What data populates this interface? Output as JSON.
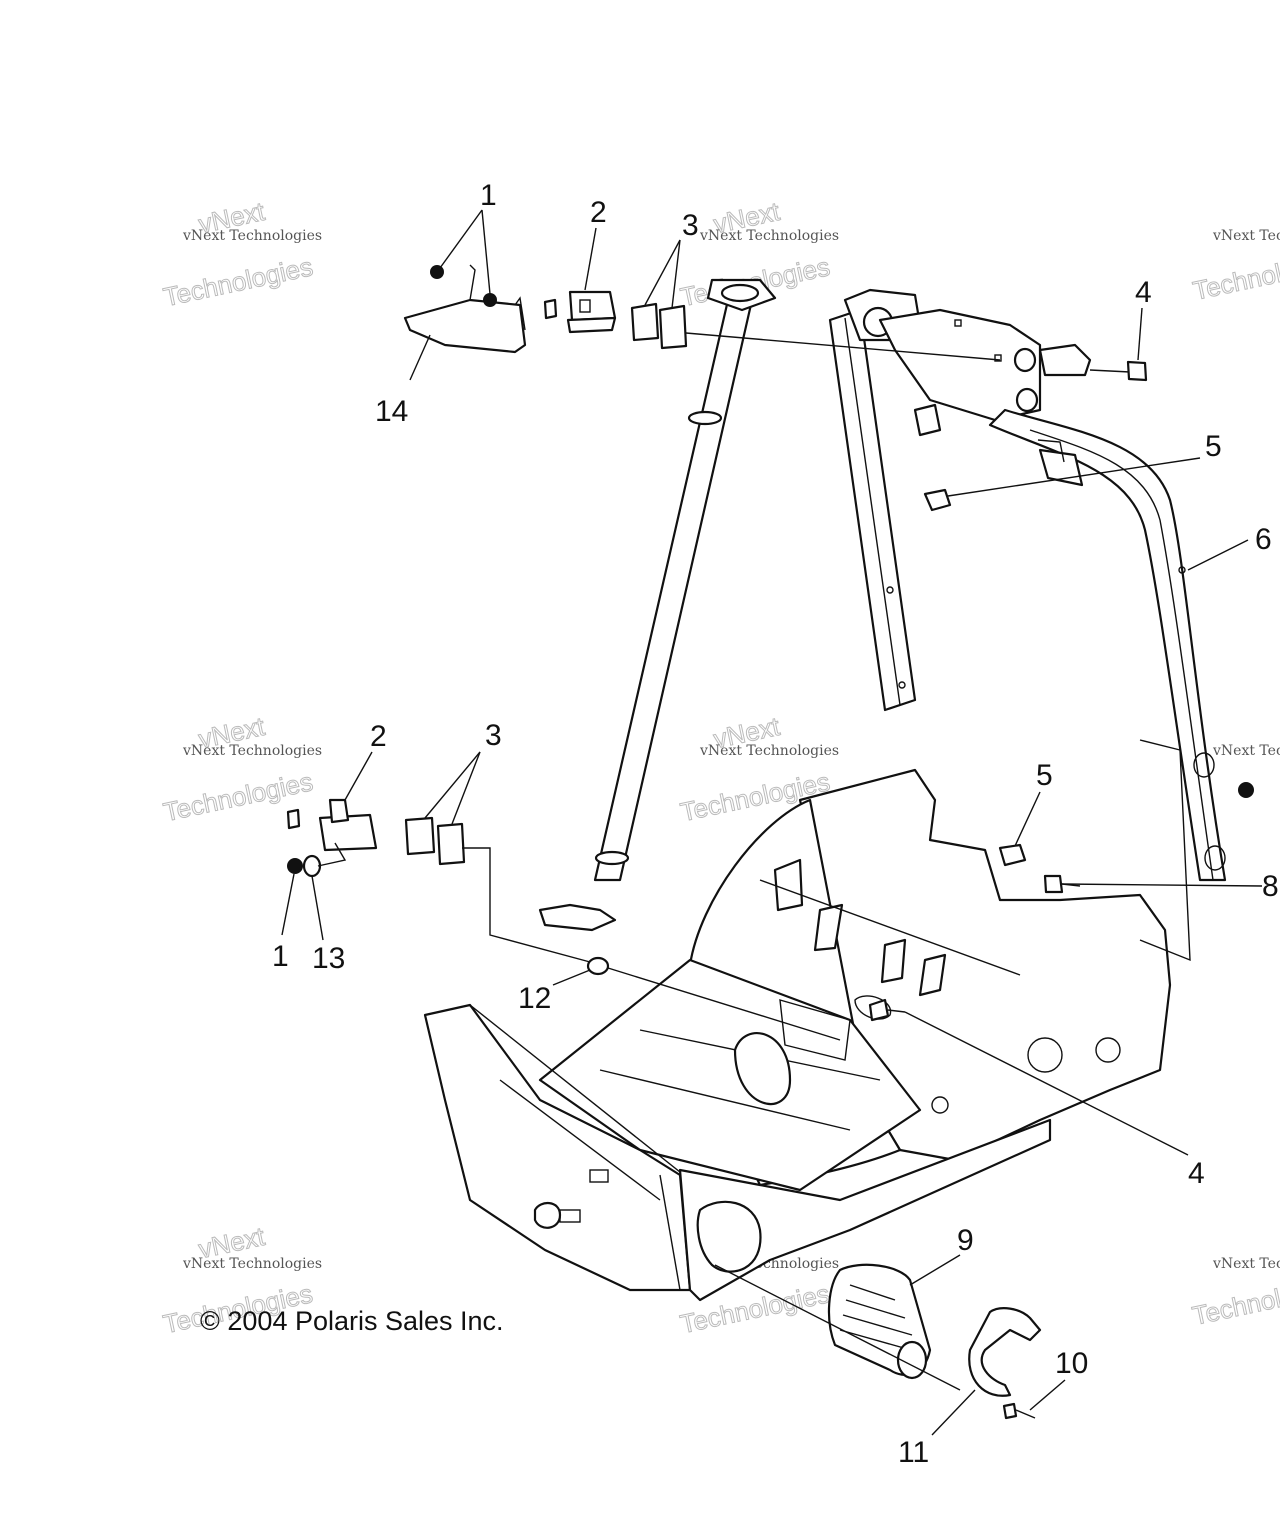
{
  "watermark": {
    "line1": "vNext Technologies",
    "line2": "Technologies",
    "brand": "vNext"
  },
  "copyright": "© 2004 Polaris Sales Inc.",
  "callouts": {
    "c1a": "1",
    "c2a": "2",
    "c3a": "3",
    "c4a": "4",
    "c5a": "5",
    "c6": "6",
    "c14": "14",
    "c2b": "2",
    "c3b": "3",
    "c5b": "5",
    "c8": "8",
    "c1b": "1",
    "c13": "13",
    "c12": "12",
    "c4b": "4",
    "c9": "9",
    "c10": "10",
    "c11": "11"
  }
}
